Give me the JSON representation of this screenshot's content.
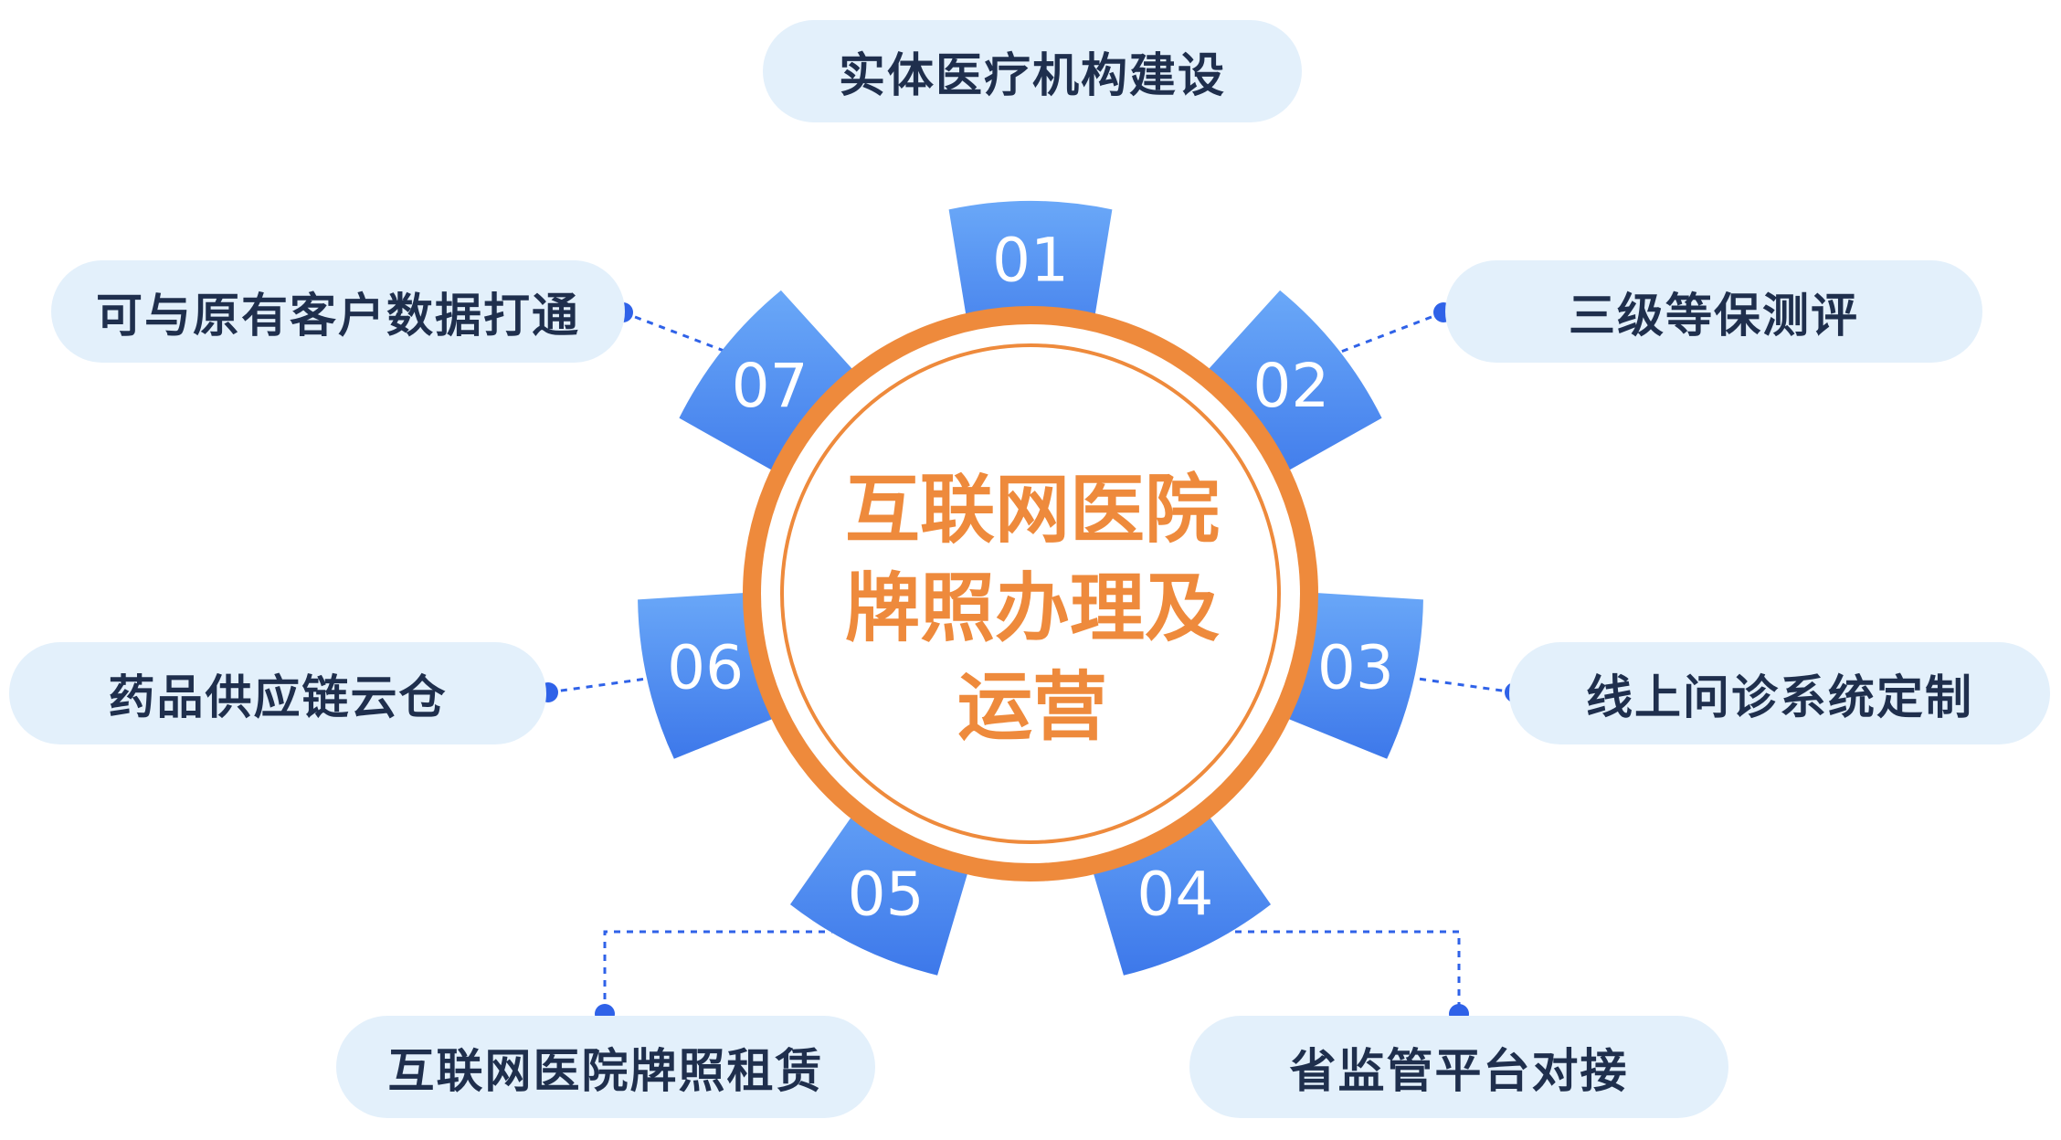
{
  "center": {
    "line1": "互联网医院",
    "line2": "牌照办理及",
    "line3": "运营"
  },
  "items": [
    {
      "number": "01",
      "label": "实体医疗机构建设"
    },
    {
      "number": "02",
      "label": "三级等保测评"
    },
    {
      "number": "03",
      "label": "线上问诊系统定制"
    },
    {
      "number": "04",
      "label": "省监管平台对接"
    },
    {
      "number": "05",
      "label": "互联网医院牌照租赁"
    },
    {
      "number": "06",
      "label": "药品供应链云仓"
    },
    {
      "number": "07",
      "label": "可与原有客户数据打通"
    }
  ],
  "colors": {
    "tooth_blue": "#4f8ff0",
    "ring_orange": "#ee8a3c",
    "pill_bg": "#e3f0fb",
    "connector": "#2f62e8",
    "text_dark": "#1f2f4d"
  }
}
